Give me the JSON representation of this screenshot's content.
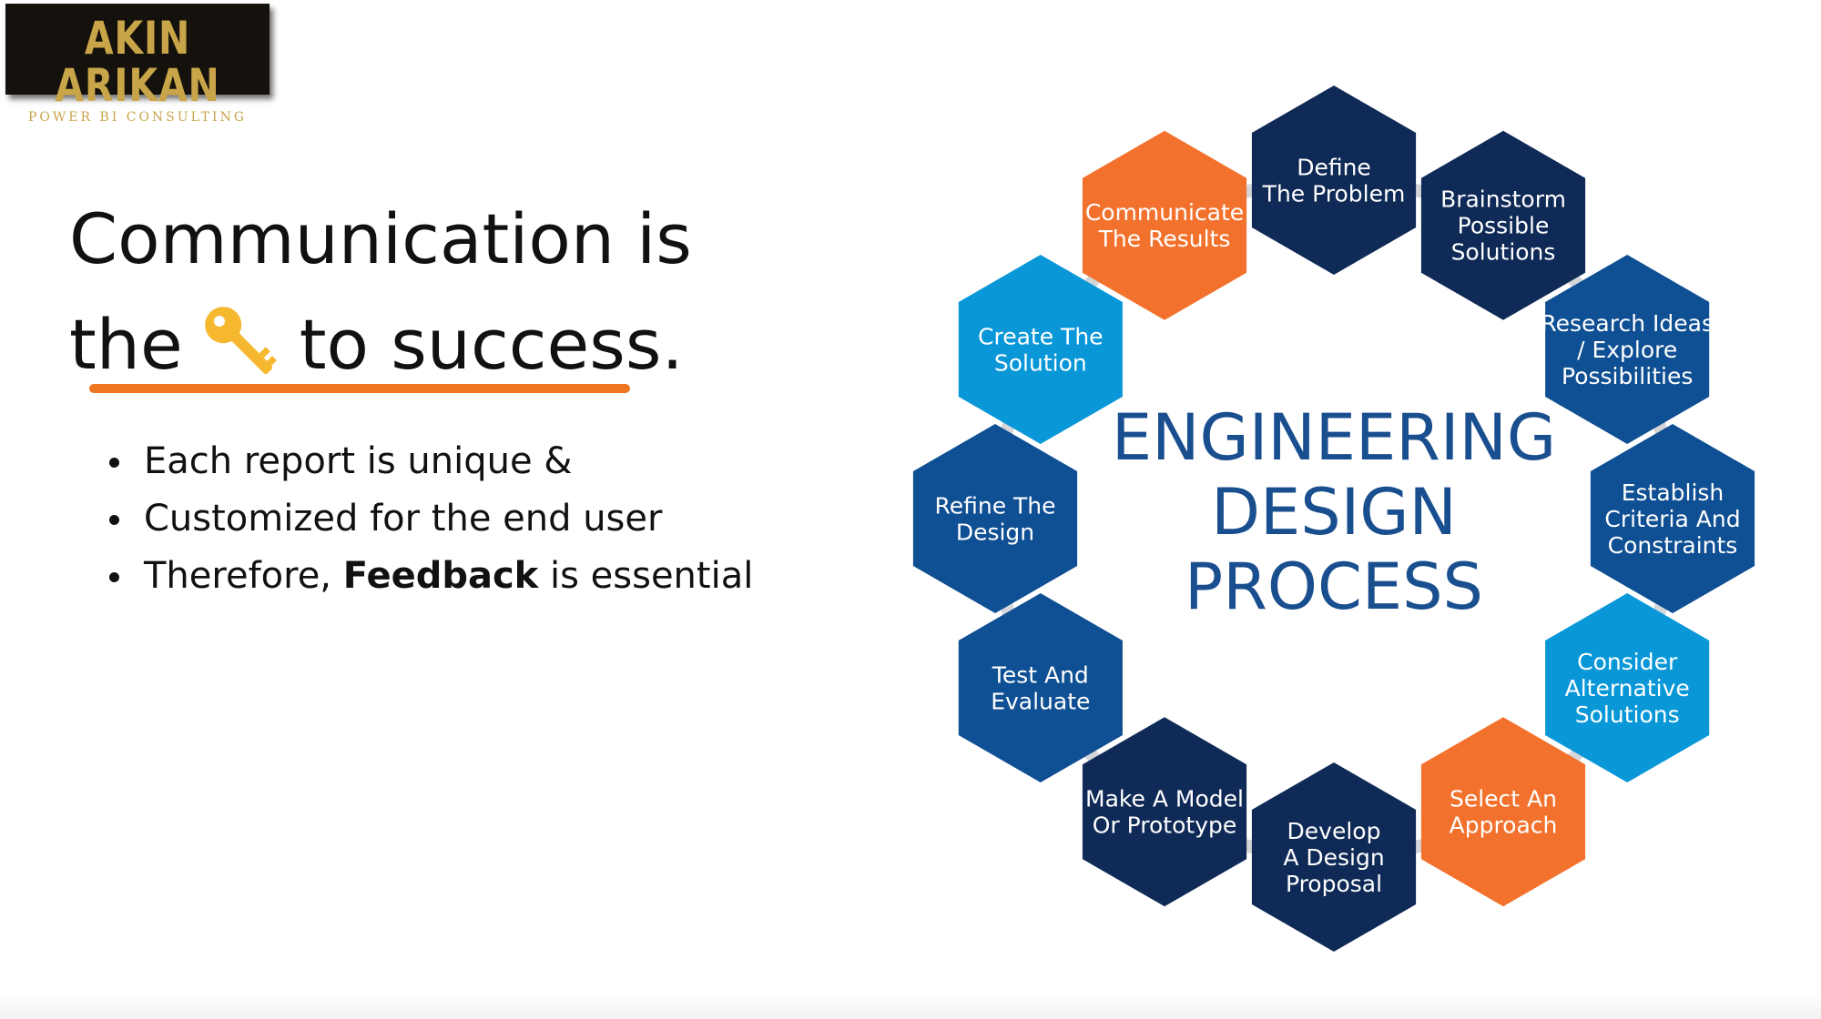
{
  "logo": {
    "name": "AKIN ARIKAN",
    "tagline": "POWER BI CONSULTING"
  },
  "headline": {
    "line1": "Communication is",
    "line2_start": "the",
    "key_icon": "key-icon",
    "line2_end": "to success."
  },
  "bullets": [
    {
      "text": "Each report is unique &"
    },
    {
      "text": "Customized for the end user"
    },
    {
      "prefix": "Therefore, ",
      "bold": "Feedback",
      "suffix": " is essential"
    }
  ],
  "diagram": {
    "title_lines": [
      "ENGINEERING",
      "DESIGN",
      "PROCESS"
    ],
    "colors": {
      "navy": "#0f2a56",
      "blue": "#0f4f93",
      "light_blue": "#0997d8",
      "orange": "#f2722d",
      "ring": "#d4d6d9",
      "title": "#1a4f8f"
    },
    "steps": [
      {
        "label": "Define The Problem",
        "lines": [
          "Define",
          "The Problem"
        ],
        "color": "navy"
      },
      {
        "label": "Brainstorm Possible Solutions",
        "lines": [
          "Brainstorm",
          "Possible",
          "Solutions"
        ],
        "color": "navy"
      },
      {
        "label": "Research Ideas / Explore Possibilities",
        "lines": [
          "Research Ideas",
          "/ Explore",
          "Possibilities"
        ],
        "color": "blue"
      },
      {
        "label": "Establish Criteria And Constraints",
        "lines": [
          "Establish",
          "Criteria And",
          "Constraints"
        ],
        "color": "blue"
      },
      {
        "label": "Consider Alternative Solutions",
        "lines": [
          "Consider",
          "Alternative",
          "Solutions"
        ],
        "color": "light_blue"
      },
      {
        "label": "Select An Approach",
        "lines": [
          "Select An",
          "Approach"
        ],
        "color": "orange"
      },
      {
        "label": "Develop A Design Proposal",
        "lines": [
          "Develop",
          "A Design",
          "Proposal"
        ],
        "color": "navy"
      },
      {
        "label": "Make A Model Or Prototype",
        "lines": [
          "Make A Model",
          "Or Prototype"
        ],
        "color": "navy"
      },
      {
        "label": "Test And Evaluate",
        "lines": [
          "Test And",
          "Evaluate"
        ],
        "color": "blue"
      },
      {
        "label": "Refine The Design",
        "lines": [
          "Refine The",
          "Design"
        ],
        "color": "blue"
      },
      {
        "label": "Create The Solution",
        "lines": [
          "Create The",
          "Solution"
        ],
        "color": "light_blue"
      },
      {
        "label": "Communicate The Results",
        "lines": [
          "Communicate",
          "The Results"
        ],
        "color": "orange"
      }
    ]
  }
}
